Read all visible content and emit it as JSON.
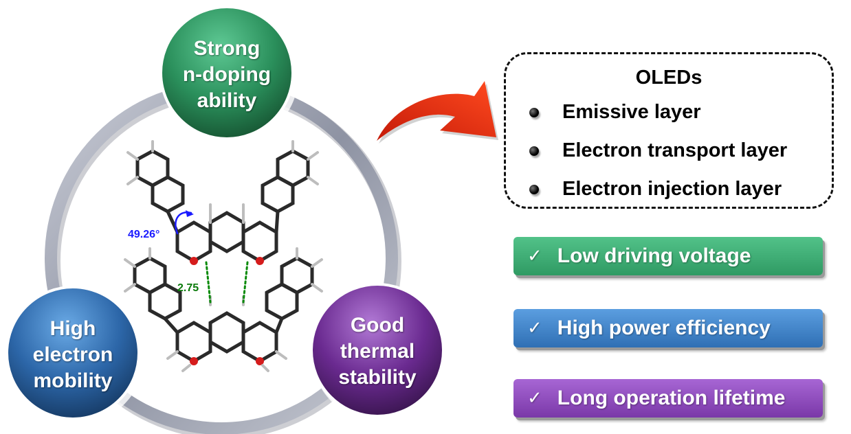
{
  "properties": {
    "top": [
      "Strong",
      "n-doping",
      "ability"
    ],
    "left": [
      "High",
      "electron",
      "mobility"
    ],
    "right": [
      "Good",
      "thermal",
      "stability"
    ]
  },
  "molecule": {
    "dihedral_angle": "49.26°",
    "hbond_distance": "2.75"
  },
  "oleds": {
    "title": "OLEDs",
    "items": [
      "Emissive layer",
      "Electron transport layer",
      "Electron injection layer"
    ]
  },
  "benefits": [
    {
      "check": "✓",
      "label": "Low driving voltage",
      "color": "#3aa870"
    },
    {
      "check": "✓",
      "label": "High power efficiency",
      "color": "#3f86cf"
    },
    {
      "check": "✓",
      "label": "Long operation lifetime",
      "color": "#8f48c0"
    }
  ],
  "colors": {
    "green": "#2f9a63",
    "blue": "#2f6fb4",
    "purple": "#6e2e93",
    "arrow": "#e0240e",
    "angle": "#1a1aff",
    "distance": "#0a7a0a"
  }
}
